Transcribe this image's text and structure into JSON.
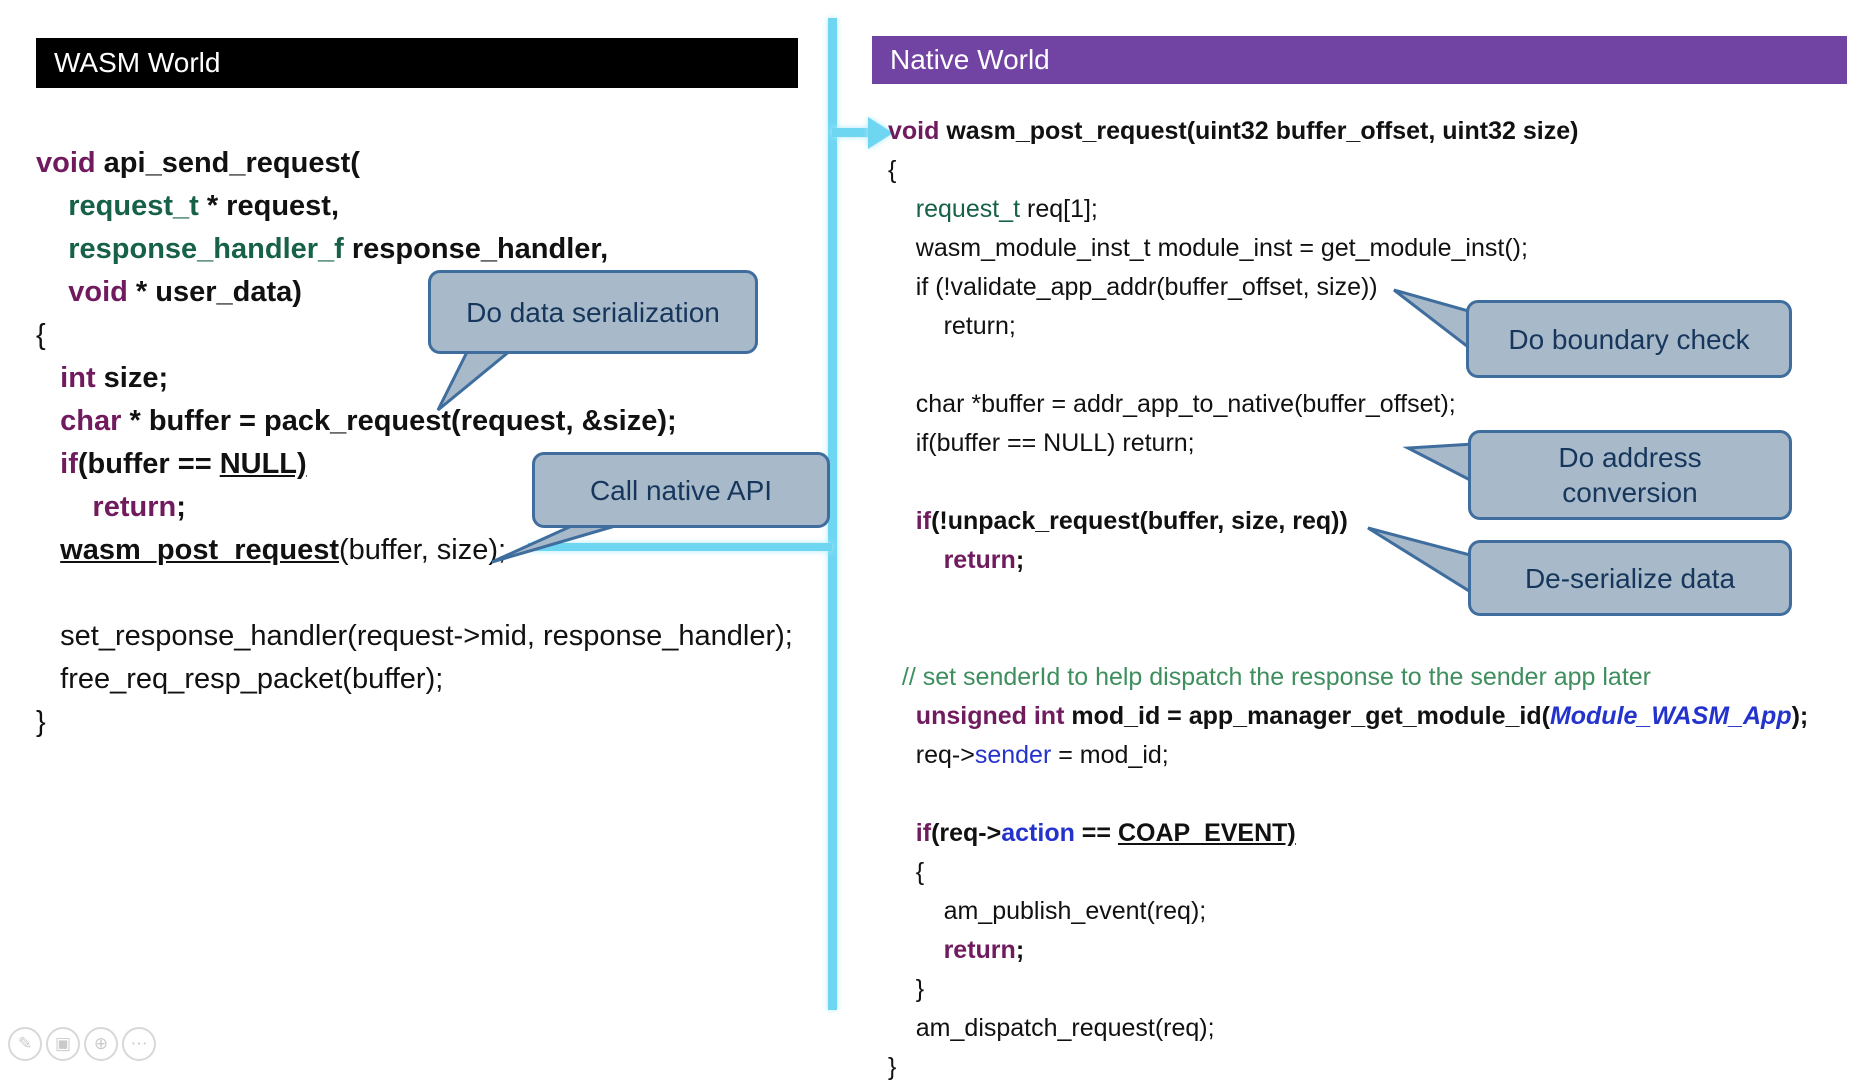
{
  "headers": {
    "wasm": "WASM World",
    "native": "Native World"
  },
  "colors": {
    "wasm_header_bg": "#000000",
    "native_header_bg": "#7143A3",
    "keyword": "#701B5E",
    "type": "#176149",
    "comment": "#3E8E5E",
    "blue": "#2333CC",
    "callout_fill": "#A8B9C9",
    "callout_border": "#3F6E9E",
    "callout_text": "#16365C",
    "connector": "#6FD6F2"
  },
  "callouts": [
    {
      "text": "Do data serialization"
    },
    {
      "text": "Call native API"
    },
    {
      "text": "Do boundary check"
    },
    {
      "text": "Do address conversion"
    },
    {
      "text": "De-serialize data"
    }
  ],
  "wasm_code": {
    "lines": [
      [
        {
          "t": "void ",
          "c": "kw b"
        },
        {
          "t": "api_send_request(",
          "c": "b"
        }
      ],
      [
        {
          "t": "    ",
          "c": ""
        },
        {
          "t": "request_t ",
          "c": "type b"
        },
        {
          "t": "* request,",
          "c": "b"
        }
      ],
      [
        {
          "t": "    ",
          "c": ""
        },
        {
          "t": "response_handler_f ",
          "c": "type b"
        },
        {
          "t": "response_handler,",
          "c": "b"
        }
      ],
      [
        {
          "t": "    ",
          "c": ""
        },
        {
          "t": "void ",
          "c": "kw b"
        },
        {
          "t": "* user_data)",
          "c": "b"
        }
      ],
      [
        {
          "t": "{",
          "c": ""
        }
      ],
      [
        {
          "t": "   ",
          "c": ""
        },
        {
          "t": "int ",
          "c": "kw b"
        },
        {
          "t": "size;",
          "c": "b"
        }
      ],
      [
        {
          "t": "   ",
          "c": ""
        },
        {
          "t": "char ",
          "c": "kw b"
        },
        {
          "t": "* buffer = pack_request(request, &size);",
          "c": "b"
        }
      ],
      [
        {
          "t": "   ",
          "c": ""
        },
        {
          "t": "if",
          "c": "kw b"
        },
        {
          "t": "(buffer == ",
          "c": "b"
        },
        {
          "t": "NULL)",
          "c": "b u"
        }
      ],
      [
        {
          "t": "       ",
          "c": ""
        },
        {
          "t": "return",
          "c": "kw b"
        },
        {
          "t": ";",
          "c": "b"
        }
      ],
      [
        {
          "t": "   ",
          "c": ""
        },
        {
          "t": "wasm_post_request",
          "c": "b u"
        },
        {
          "t": "(buffer, size);",
          "c": ""
        }
      ],
      [],
      [
        {
          "t": "   set_response_handler(request->mid, response_handler);",
          "c": ""
        }
      ],
      [
        {
          "t": "   free_req_resp_packet(buffer);",
          "c": ""
        }
      ],
      [
        {
          "t": "}",
          "c": ""
        }
      ]
    ]
  },
  "native_code": {
    "lines": [
      [
        {
          "t": "void ",
          "c": "kw b"
        },
        {
          "t": "wasm_post_request(uint32 buffer_offset, uint32 size)",
          "c": "b"
        }
      ],
      [
        {
          "t": "{",
          "c": ""
        }
      ],
      [
        {
          "t": "    ",
          "c": ""
        },
        {
          "t": "request_t",
          "c": "type"
        },
        {
          "t": " req[1];",
          "c": ""
        }
      ],
      [
        {
          "t": "    wasm_module_inst_t module_inst = get_module_inst();",
          "c": ""
        }
      ],
      [
        {
          "t": "    if (!validate_app_addr(buffer_offset, size))",
          "c": ""
        }
      ],
      [
        {
          "t": "        return;",
          "c": ""
        }
      ],
      [],
      [
        {
          "t": "    char *buffer = addr_app_to_native(buffer_offset);",
          "c": ""
        }
      ],
      [
        {
          "t": "    if(buffer == NULL) return;",
          "c": ""
        }
      ],
      [],
      [
        {
          "t": "    ",
          "c": ""
        },
        {
          "t": "if",
          "c": "kw b"
        },
        {
          "t": "(!unpack_request(buffer, size, req))",
          "c": "b"
        }
      ],
      [
        {
          "t": "        ",
          "c": ""
        },
        {
          "t": "return",
          "c": "kw b"
        },
        {
          "t": ";",
          "c": "b"
        }
      ],
      [],
      [],
      [
        {
          "t": "  ",
          "c": ""
        },
        {
          "t": "// set senderId to help dispatch the response to the sender app later",
          "c": "comment"
        }
      ],
      [
        {
          "t": "    ",
          "c": ""
        },
        {
          "t": "unsigned int ",
          "c": "kw b"
        },
        {
          "t": "mod_id = app_manager_get_module_id(",
          "c": "b"
        },
        {
          "t": "Module_WASM_App",
          "c": "blue b i"
        },
        {
          "t": ");",
          "c": "b"
        }
      ],
      [
        {
          "t": "    req->",
          "c": ""
        },
        {
          "t": "sender",
          "c": "blue"
        },
        {
          "t": " = mod_id;",
          "c": ""
        }
      ],
      [],
      [
        {
          "t": "    ",
          "c": ""
        },
        {
          "t": "if",
          "c": "kw b"
        },
        {
          "t": "(req->",
          "c": "b"
        },
        {
          "t": "action",
          "c": "blue b"
        },
        {
          "t": " == ",
          "c": "b"
        },
        {
          "t": "COAP_EVENT)",
          "c": "b u"
        }
      ],
      [
        {
          "t": "    {",
          "c": ""
        }
      ],
      [
        {
          "t": "        am_publish_event(req);",
          "c": ""
        }
      ],
      [
        {
          "t": "        ",
          "c": ""
        },
        {
          "t": "return",
          "c": "kw b"
        },
        {
          "t": ";",
          "c": "b"
        }
      ],
      [
        {
          "t": "    }",
          "c": ""
        }
      ],
      [
        {
          "t": "    am_dispatch_request(req);",
          "c": ""
        }
      ],
      [
        {
          "t": "}",
          "c": ""
        }
      ]
    ]
  },
  "controls": {
    "items": [
      {
        "name": "pen-icon",
        "glyph": "✎"
      },
      {
        "name": "slides-icon",
        "glyph": "▣"
      },
      {
        "name": "zoom-icon",
        "glyph": "⊕"
      },
      {
        "name": "more-icon",
        "glyph": "⋯"
      }
    ]
  }
}
